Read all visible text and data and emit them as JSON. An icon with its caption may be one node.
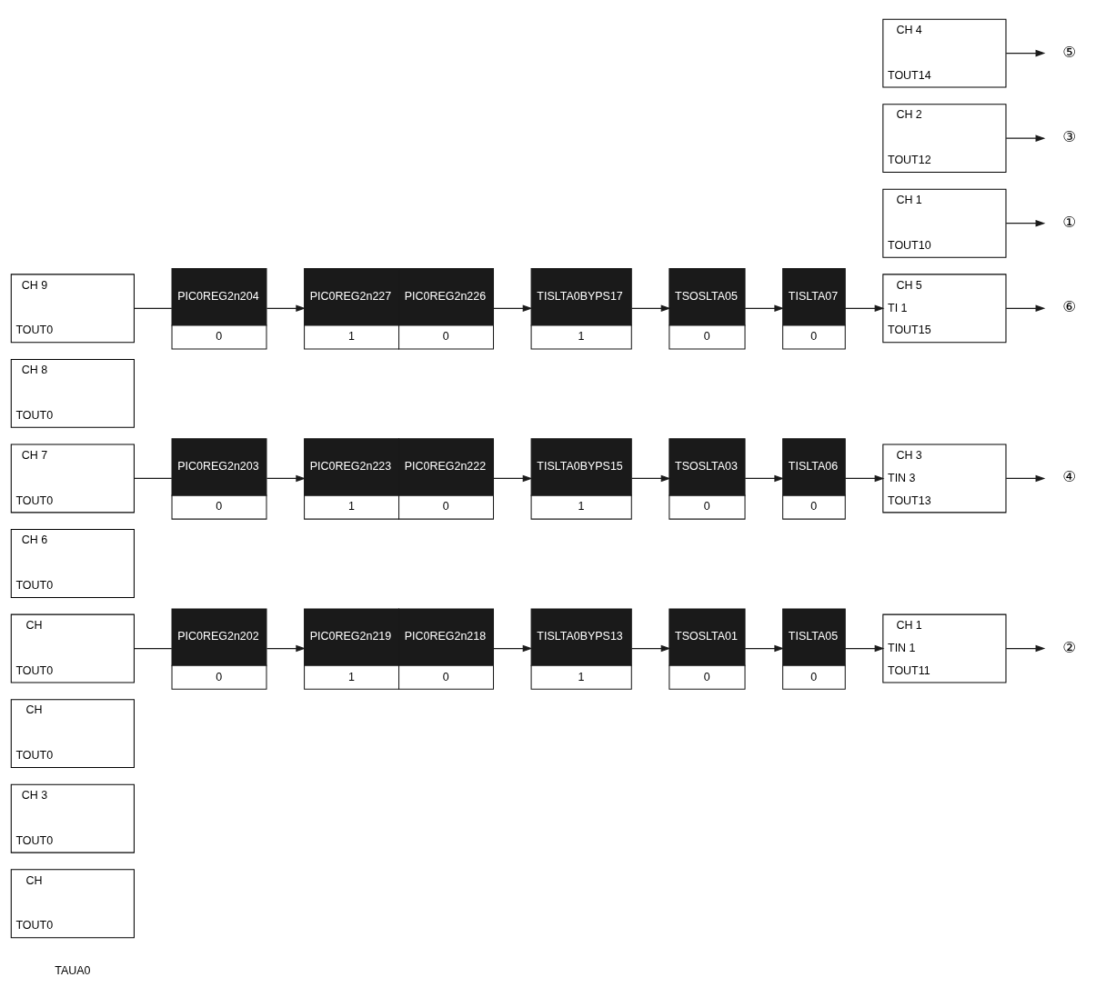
{
  "diagram": {
    "nodes": [
      {
        "text": [
          "CH",
          "TOUT0"
        ]
      },
      {
        "text": [
          "CH 3",
          "TOUT0"
        ]
      },
      {
        "text": [
          "CH",
          "TOUT0"
        ]
      },
      {
        "text": [
          "CH",
          "TOUT0"
        ]
      },
      {
        "text": [
          "CH 6",
          "TOUT0"
        ]
      },
      {
        "text": [
          "CH 7",
          "TOUT0"
        ]
      },
      {
        "text": [
          "CH 8",
          "TOUT0"
        ]
      },
      {
        "text": [
          "CH 9",
          "TOUT0"
        ]
      },
      {
        "text": [
          "PIC0REG2n202",
          "0"
        ]
      },
      {
        "text": [
          "PIC0REG2n219",
          "1",
          "PIC0REG2n218",
          "0"
        ]
      },
      {
        "text": [
          "TISLTA0BYPS13",
          "1"
        ]
      },
      {
        "text": [
          "TSOSLTA01",
          "0"
        ]
      },
      {
        "text": [
          "TISLTA05",
          "0"
        ]
      },
      {
        "text": [
          "PIC0REG2n203",
          "0"
        ]
      },
      {
        "text": [
          "PIC0REG2n223",
          "1",
          "PIC0REG2n222",
          "0"
        ]
      },
      {
        "text": [
          "TISLTA0BYPS15",
          "1"
        ]
      },
      {
        "text": [
          "TSOSLTA03",
          "0"
        ]
      },
      {
        "text": [
          "TISLTA06",
          "0"
        ]
      },
      {
        "text": [
          "PIC0REG2n204",
          "0"
        ]
      },
      {
        "text": [
          "PIC0REG2n227",
          "1",
          "PIC0REG2n226",
          "0"
        ]
      },
      {
        "text": [
          "TISLTA0BYPS17",
          "1"
        ]
      },
      {
        "text": [
          "TSOSLTA05",
          "0"
        ]
      },
      {
        "text": [
          "TISLTA07",
          "0"
        ]
      },
      {
        "text": [
          "CH 1",
          "TOUT10"
        ]
      },
      {
        "text": [
          "CH 1",
          "TIN 1",
          "TOUT11"
        ]
      },
      {
        "text": [
          "CH 2",
          "TOUT12"
        ]
      },
      {
        "text": [
          "CH 3",
          "TIN 3",
          "TOUT13"
        ]
      },
      {
        "text": [
          "CH 4",
          "TOUT14"
        ]
      },
      {
        "text": [
          "CH 5",
          "TI 1",
          "TOUT15"
        ]
      },
      {
        "text": [
          "①"
        ]
      },
      {
        "text": [
          "②"
        ]
      },
      {
        "text": [
          "③"
        ]
      },
      {
        "text": [
          "④"
        ]
      },
      {
        "text": [
          "⑤"
        ]
      },
      {
        "text": [
          "⑥"
        ]
      }
    ],
    "edges": [
      {
        "from": 3,
        "to": 8,
        "arrow": "none"
      },
      {
        "from": 8,
        "to": 9,
        "arrow": "to"
      },
      {
        "from": 9,
        "to": 10,
        "arrow": "to"
      },
      {
        "from": 10,
        "to": 11,
        "arrow": "to"
      },
      {
        "from": 11,
        "to": 12,
        "arrow": "to"
      },
      {
        "from": 12,
        "to": 24,
        "arrow": "to"
      },
      {
        "from": 5,
        "to": 13,
        "arrow": "none"
      },
      {
        "from": 13,
        "to": 14,
        "arrow": "to"
      },
      {
        "from": 14,
        "to": 15,
        "arrow": "to"
      },
      {
        "from": 15,
        "to": 16,
        "arrow": "to"
      },
      {
        "from": 16,
        "to": 17,
        "arrow": "to"
      },
      {
        "from": 17,
        "to": 26,
        "arrow": "to"
      },
      {
        "from": 7,
        "to": 18,
        "arrow": "none"
      },
      {
        "from": 18,
        "to": 19,
        "arrow": "to"
      },
      {
        "from": 19,
        "to": 20,
        "arrow": "to"
      },
      {
        "from": 20,
        "to": 21,
        "arrow": "to"
      },
      {
        "from": 21,
        "to": 22,
        "arrow": "to"
      },
      {
        "from": 22,
        "to": 28,
        "arrow": "to"
      },
      {
        "from": 23,
        "to": 29,
        "arrow": "to"
      },
      {
        "from": 24,
        "to": 30,
        "arrow": "to"
      },
      {
        "from": 25,
        "to": 31,
        "arrow": "to"
      },
      {
        "from": 26,
        "to": 32,
        "arrow": "to"
      },
      {
        "from": 27,
        "to": 33,
        "arrow": "to"
      },
      {
        "from": 28,
        "to": 34,
        "arrow": "to"
      }
    ],
    "labels": [
      "TAUA0"
    ]
  }
}
